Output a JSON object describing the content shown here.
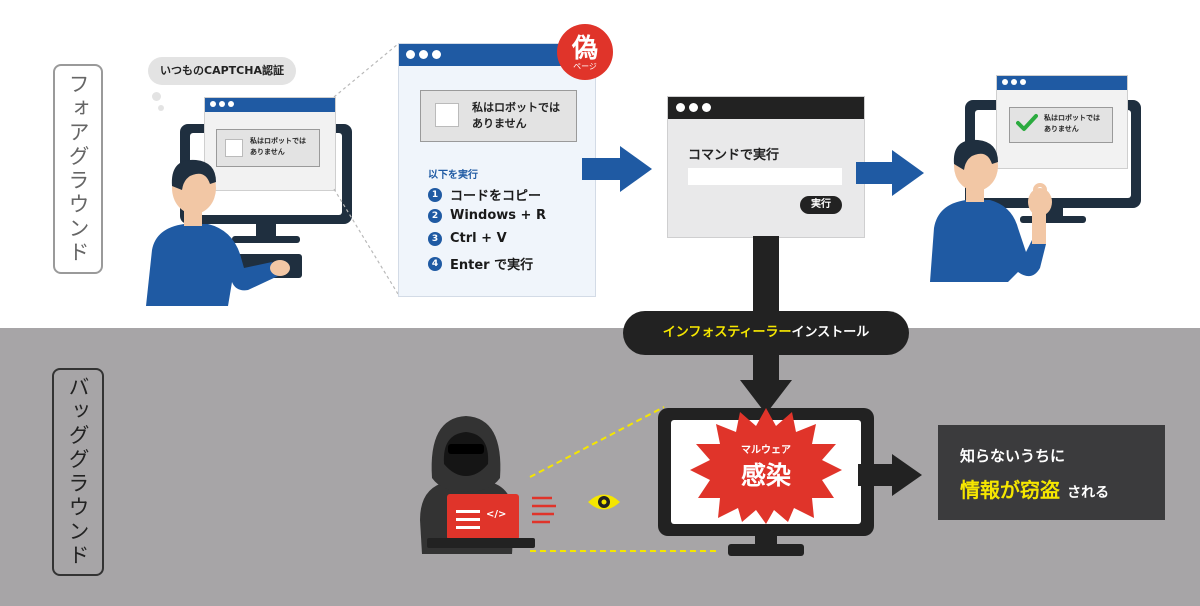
{
  "foreground_label": "フォアグラウンド",
  "background_label": "バッググラウンド",
  "bubble_text": "いつものCAPTCHA認証",
  "captcha_text_line1": "私はロボットでは",
  "captcha_text_line2": "ありません",
  "fake_badge_main": "偽",
  "fake_badge_sub": "ページ",
  "instructions": {
    "heading": "以下を実行",
    "steps": [
      "コードをコピー",
      "Windows + R",
      "Ctrl + V",
      "Enter で実行"
    ],
    "step_numbers": [
      "1",
      "2",
      "3",
      "4"
    ]
  },
  "run_dialog": {
    "title": "コマンドで実行",
    "button": "実行"
  },
  "install_label": {
    "highlight": "インフォスティーラー",
    "rest": "インストール"
  },
  "infection": {
    "small": "マルウェア",
    "big": "感染"
  },
  "result": {
    "line1": "知らないうちに",
    "highlight": "情報が窃盗",
    "rest": "される"
  },
  "code_icon": "</>",
  "colors": {
    "blue": "#1f5aa3",
    "dark": "#222222",
    "red": "#e0342a",
    "yellow": "#f5e600",
    "gray_bg": "#a7a5a7"
  }
}
